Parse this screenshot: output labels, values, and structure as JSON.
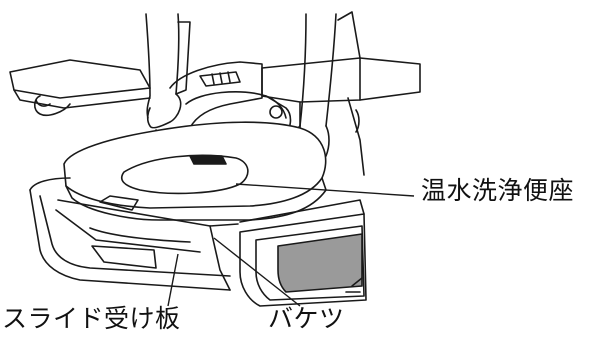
{
  "labels": {
    "washlet_seat": "温水洗浄便座",
    "slide_plate": "スライド受け板",
    "bucket": "バケツ"
  },
  "colors": {
    "line": "#1a1a1a",
    "panel_gray": "#9a9a9a",
    "background": "#ffffff"
  }
}
